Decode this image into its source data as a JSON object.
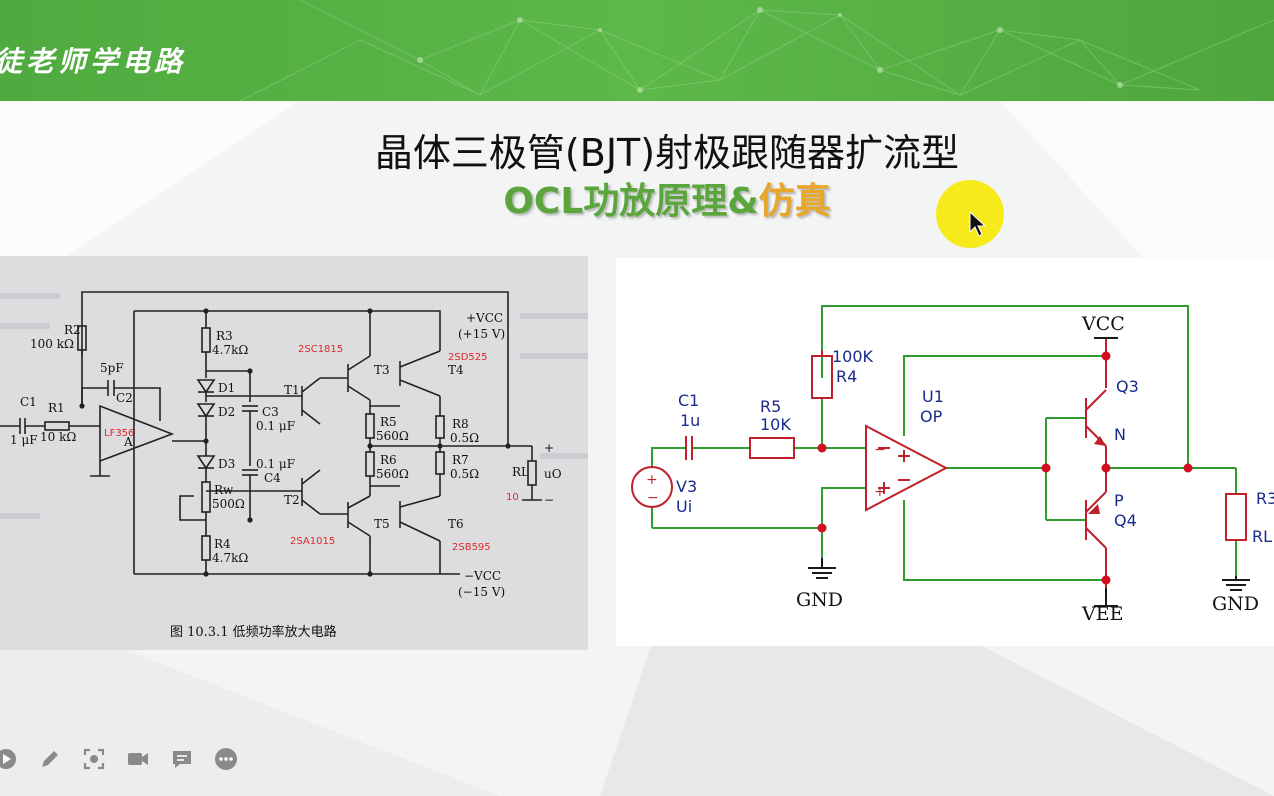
{
  "header": {
    "brand": "徒老师学电路"
  },
  "slide": {
    "title_line1": "晶体三极管(BJT)射极跟随器扩流型",
    "title_line2_green": "OCL功放原理&",
    "title_line2_orange": "仿真"
  },
  "textbook_figure": {
    "caption": "图 10.3.1    低频功率放大电路",
    "labels": {
      "r2": "R2",
      "r2_val": "100 kΩ",
      "c1": "C1",
      "c1_val": "1 μF",
      "r1": "R1",
      "r1_val": "10 kΩ",
      "c2": "C2",
      "c2_val": "5pF",
      "opamp": "A",
      "opamp_note": "LF356",
      "r3": "R3",
      "r3_val": "4.7kΩ",
      "d1": "D1",
      "d2": "D2",
      "d3": "D3",
      "rw": "Rw",
      "rw_val": "500Ω",
      "r4": "R4",
      "r4_val": "4.7kΩ",
      "c3": "C3",
      "c3_val": "0.1 μF",
      "c4": "C4",
      "c4_val": "0.1 μF",
      "t1": "T1",
      "t2": "T2",
      "t3": "T3",
      "t4": "T4",
      "t5": "T5",
      "t6": "T6",
      "t3_note": "2SC1815",
      "t4_note": "2SD525",
      "t5_note": "2SA1015",
      "t6_note": "2SB595",
      "r5": "R5",
      "r5_val": "560Ω",
      "r6": "R6",
      "r6_val": "560Ω",
      "r7": "R7",
      "r7_val": "0.5Ω",
      "r8": "R8",
      "r8_val": "0.5Ω",
      "vcc": "+VCC",
      "vcc_val": "(+15 V)",
      "vee": "−VCC",
      "vee_val": "(−15 V)",
      "rl": "RL",
      "rl_note": "10",
      "uo": "uO",
      "plus": "+",
      "minus": "−"
    }
  },
  "simulation": {
    "c1": "C1",
    "c1_val": "1u",
    "r5": "R5",
    "r5_val": "10K",
    "r4": "R4",
    "r4_val": "100K",
    "u1": "U1",
    "u1_type": "OP",
    "v3": "V3",
    "v3_name": "Ui",
    "q3": "Q3",
    "q3_type": "N",
    "q4": "Q4",
    "q4_type": "P",
    "vcc": "VCC",
    "vee": "VEE",
    "gnd1": "GND",
    "gnd2": "GND",
    "r3": "R3",
    "rl": "RL",
    "colors": {
      "wire": "#2e9e2e",
      "component": "#c0202a",
      "node": "#d01020",
      "text": "#1a2a8a"
    }
  },
  "toolbar": {
    "icons": [
      "play-icon",
      "pen-icon",
      "screenshot-icon",
      "camera-icon",
      "comment-icon",
      "more-icon"
    ]
  }
}
